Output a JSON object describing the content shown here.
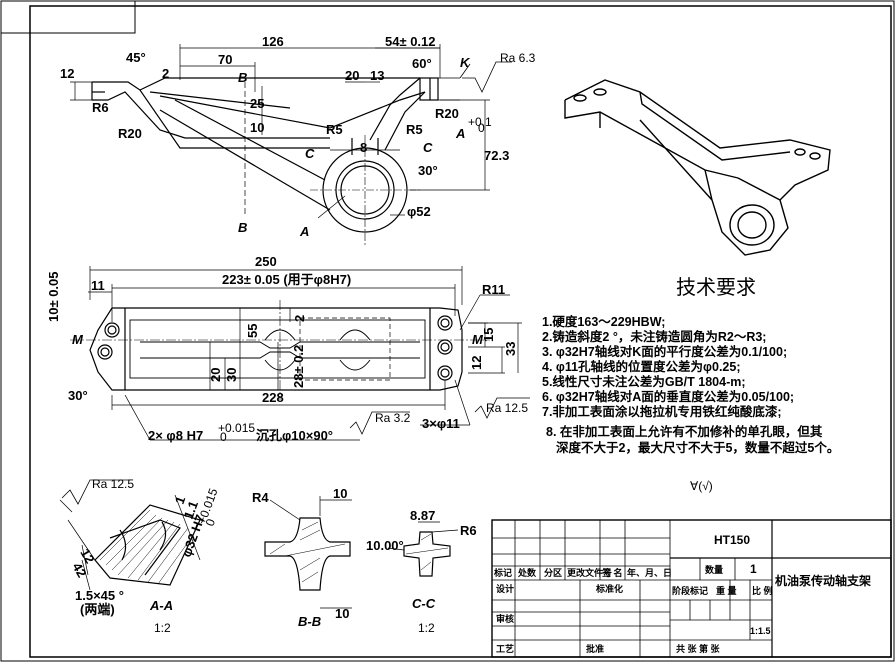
{
  "drawing": {
    "part_name": "机油泵传动轴支架",
    "material": "HT150",
    "scale": "1:1.5",
    "quantity_label": "数量",
    "quantity": "1"
  },
  "views": {
    "front": {
      "dims": {
        "d126": "126",
        "d54": "54± 0.12",
        "d70": "70",
        "d45": "45°",
        "d2": "2",
        "d12": "12",
        "d60": "60°",
        "d20": "20",
        "d13": "13",
        "d25": "25",
        "d10": "10",
        "d8": "8",
        "d30": "30°",
        "d52": "φ52",
        "d72": "72.3",
        "d72tol": "+0.1",
        "d72tol0": "0",
        "ra63": "Ra 6.3",
        "r6": "R6",
        "r20a": "R20",
        "r20b": "R20",
        "r5a": "R5",
        "r5b": "R5"
      },
      "labels": {
        "b_top": "B",
        "b_bot": "B",
        "c_left": "C",
        "c_right": "C",
        "a_right": "A",
        "a_bot": "A",
        "k": "K"
      }
    },
    "top": {
      "dims": {
        "d250": "250",
        "d223": "223± 0.05 (用于φ8H7)",
        "d11": "11",
        "d10": "10± 0.05",
        "r11": "R11",
        "d55": "55",
        "d2": "2",
        "d20": "20",
        "d30": "30",
        "d28": "28± 0.2",
        "d15": "15",
        "d12": "12",
        "d33": "33",
        "d228": "228",
        "d30deg": "30°",
        "hole8": "2× φ8 H7",
        "hole8tol": "+0.015",
        "hole8tol0": "0",
        "sink": "沉孔φ10×90°",
        "ra32": "Ra 3.2",
        "ra125": "Ra 12.5",
        "hole11": "3×φ11"
      },
      "labels": {
        "m_left": "M",
        "m_right": "M"
      }
    },
    "aa": {
      "title": "A-A",
      "scale": "1:2",
      "ra": "Ra 12.5",
      "d1": "1",
      "d11": "1.1",
      "bore": "φ32 H7",
      "boretol": "+0.015",
      "boretol0": "0",
      "d12": "12",
      "d42": "42",
      "chamfer": "1.5×45 °",
      "ends": "(两端)"
    },
    "bb": {
      "title": "B-B",
      "r4": "R4",
      "d10a": "10",
      "d10b": "10"
    },
    "cc": {
      "title": "C-C",
      "scale": "1:2",
      "d887": "8.87",
      "r6": "R6",
      "d10deg": "10.00°"
    }
  },
  "requirements": {
    "heading": "技术要求",
    "items": [
      "1.硬度163～229HBW;",
      "2.铸造斜度2 °，未注铸造圆角为R2～R3;",
      "3. φ32H7轴线对K面的平行度公差为0.1/100;",
      "4. φ11孔轴线的位置度公差为φ0.25;",
      "5.线性尺寸未注公差为GB/T 1804-m;",
      "6. φ32H7轴线对A面的垂直度公差为0.05/100;",
      "7.非加工表面涂以拖拉机专用铁红纯酸底漆;",
      "8. 在非加工表面上允许有不加修补的单孔眼，但其",
      "深度不大于2，最大尺寸不大于5，数量不超过5个。"
    ],
    "roughness": "∀(√)"
  },
  "titleblock": {
    "row1": [
      "标记",
      "处数",
      "分区",
      "更改文件号",
      "签 名",
      "年、月、日"
    ],
    "design": "设计",
    "standard": "标准化",
    "stage": "阶段标记",
    "weight": "重 量",
    "scale_label": "比 例",
    "review": "审核",
    "process": "工艺",
    "approve": "批准",
    "sheets": "共   张  第   张"
  }
}
